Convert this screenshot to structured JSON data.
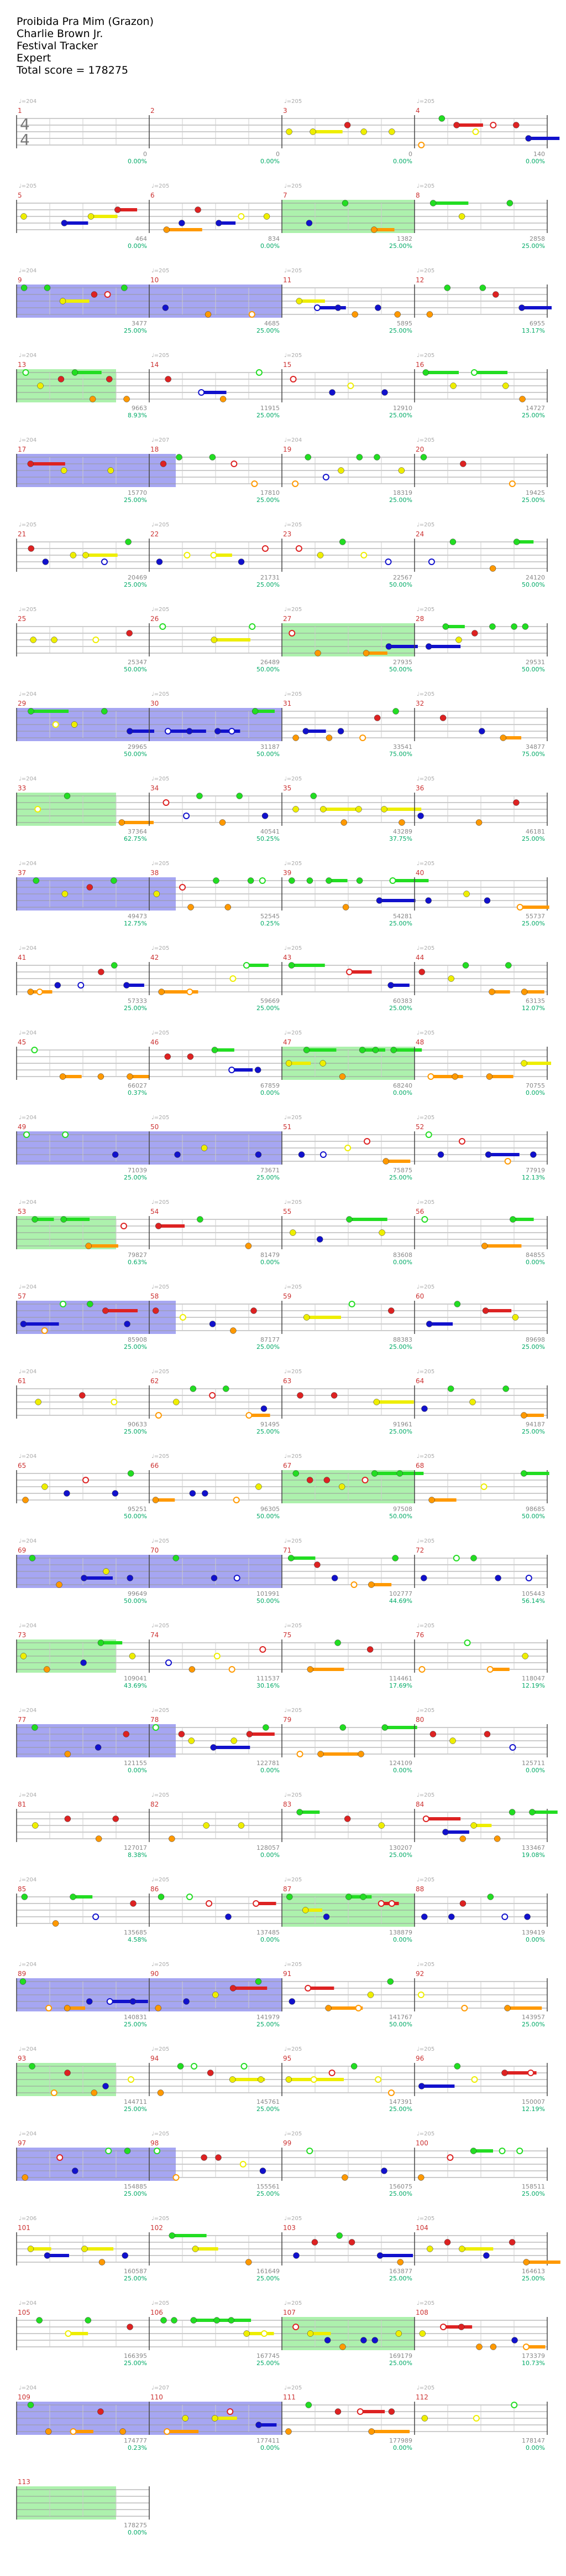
{
  "header": {
    "song_title": "Proibida Pra Mim (Grazon)",
    "artist": "Charlie Brown Jr.",
    "source": "Festival Tracker",
    "difficulty": "Expert",
    "total_score": "Total score = 178275"
  },
  "time_signature": {
    "top": "4",
    "bottom": "4"
  },
  "colors": {
    "green": "#22dd22",
    "red": "#dd2222",
    "yellow": "#eeee00",
    "blue": "#1111cc",
    "orange": "#ff9900",
    "overdrive_fill": "#99ee99",
    "solo_fill": "#8888ee",
    "tempo_text": "#aaaaaa",
    "measure_text": "#cc3333",
    "score_text": "#888888",
    "percent_text": "#00aa66"
  },
  "measures": [
    {
      "n": "1",
      "tempo": "♩=204",
      "score": "0",
      "pct": "0.00%"
    },
    {
      "n": "2",
      "tempo": "",
      "score": "0",
      "pct": "0.00%"
    },
    {
      "n": "3",
      "tempo": "♩=205",
      "score": "0",
      "pct": "0.00%"
    },
    {
      "n": "4",
      "tempo": "♩=205",
      "score": "140",
      "pct": "0.00%"
    },
    {
      "n": "5",
      "tempo": "♩=205",
      "score": "464",
      "pct": "0.00%"
    },
    {
      "n": "6",
      "tempo": "♩=205",
      "score": "834",
      "pct": "0.00%"
    },
    {
      "n": "7",
      "tempo": "♩=205",
      "score": "1382",
      "pct": "25.00%"
    },
    {
      "n": "8",
      "tempo": "♩=205",
      "score": "2858",
      "pct": "25.00%"
    },
    {
      "n": "9",
      "tempo": "♩=204",
      "score": "3477",
      "pct": "25.00%"
    },
    {
      "n": "10",
      "tempo": "♩=205",
      "score": "4685",
      "pct": "25.00%"
    },
    {
      "n": "11",
      "tempo": "♩=205",
      "score": "5895",
      "pct": "25.00%"
    },
    {
      "n": "12",
      "tempo": "♩=205",
      "score": "6955",
      "pct": "13.17%"
    },
    {
      "n": "13",
      "tempo": "♩=204",
      "score": "9663",
      "pct": "8.93%"
    },
    {
      "n": "14",
      "tempo": "♩=205",
      "score": "11915",
      "pct": "25.00%"
    },
    {
      "n": "15",
      "tempo": "♩=205",
      "score": "12910",
      "pct": "25.00%"
    },
    {
      "n": "16",
      "tempo": "♩=205",
      "score": "14727",
      "pct": "25.00%"
    },
    {
      "n": "17",
      "tempo": "♩=204",
      "score": "15770",
      "pct": "25.00%"
    },
    {
      "n": "18",
      "tempo": "♩=207",
      "score": "17810",
      "pct": "25.00%"
    },
    {
      "n": "19",
      "tempo": "♩=204",
      "score": "18319",
      "pct": "25.00%"
    },
    {
      "n": "20",
      "tempo": "♩=205",
      "score": "19425",
      "pct": "25.00%"
    },
    {
      "n": "21",
      "tempo": "♩=205",
      "score": "20469",
      "pct": "25.00%"
    },
    {
      "n": "22",
      "tempo": "♩=205",
      "score": "21731",
      "pct": "25.00%"
    },
    {
      "n": "23",
      "tempo": "♩=205",
      "score": "22567",
      "pct": "50.00%"
    },
    {
      "n": "24",
      "tempo": "♩=205",
      "score": "24120",
      "pct": "50.00%"
    },
    {
      "n": "25",
      "tempo": "♩=205",
      "score": "25347",
      "pct": "50.00%"
    },
    {
      "n": "26",
      "tempo": "♩=205",
      "score": "26489",
      "pct": "50.00%"
    },
    {
      "n": "27",
      "tempo": "♩=205",
      "score": "27935",
      "pct": "50.00%"
    },
    {
      "n": "28",
      "tempo": "♩=205",
      "score": "29531",
      "pct": "50.00%"
    },
    {
      "n": "29",
      "tempo": "♩=204",
      "score": "29965",
      "pct": "50.00%"
    },
    {
      "n": "30",
      "tempo": "♩=205",
      "score": "31187",
      "pct": "50.00%"
    },
    {
      "n": "31",
      "tempo": "♩=205",
      "score": "33541",
      "pct": "75.00%"
    },
    {
      "n": "32",
      "tempo": "♩=205",
      "score": "34877",
      "pct": "75.00%"
    },
    {
      "n": "33",
      "tempo": "♩=204",
      "score": "37364",
      "pct": "62.75%"
    },
    {
      "n": "34",
      "tempo": "♩=205",
      "score": "40541",
      "pct": "50.25%"
    },
    {
      "n": "35",
      "tempo": "♩=205",
      "score": "43289",
      "pct": "37.75%"
    },
    {
      "n": "36",
      "tempo": "♩=205",
      "score": "46181",
      "pct": "25.00%"
    },
    {
      "n": "37",
      "tempo": "♩=204",
      "score": "49473",
      "pct": "12.75%"
    },
    {
      "n": "38",
      "tempo": "♩=205",
      "score": "52545",
      "pct": "0.25%"
    },
    {
      "n": "39",
      "tempo": "♩=205",
      "score": "54281",
      "pct": "25.00%"
    },
    {
      "n": "40",
      "tempo": "♩=205",
      "score": "55737",
      "pct": "25.00%"
    },
    {
      "n": "41",
      "tempo": "♩=204",
      "score": "57333",
      "pct": "25.00%"
    },
    {
      "n": "42",
      "tempo": "♩=205",
      "score": "59669",
      "pct": "25.00%"
    },
    {
      "n": "43",
      "tempo": "♩=205",
      "score": "60383",
      "pct": "25.00%"
    },
    {
      "n": "44",
      "tempo": "♩=205",
      "score": "63135",
      "pct": "12.07%"
    },
    {
      "n": "45",
      "tempo": "♩=204",
      "score": "66027",
      "pct": "0.37%"
    },
    {
      "n": "46",
      "tempo": "♩=205",
      "score": "67859",
      "pct": "0.00%"
    },
    {
      "n": "47",
      "tempo": "♩=205",
      "score": "68240",
      "pct": "0.00%"
    },
    {
      "n": "48",
      "tempo": "♩=205",
      "score": "70755",
      "pct": "0.00%"
    },
    {
      "n": "49",
      "tempo": "♩=204",
      "score": "71039",
      "pct": "25.00%"
    },
    {
      "n": "50",
      "tempo": "♩=205",
      "score": "73671",
      "pct": "25.00%"
    },
    {
      "n": "51",
      "tempo": "♩=205",
      "score": "75875",
      "pct": "25.00%"
    },
    {
      "n": "52",
      "tempo": "♩=205",
      "score": "77919",
      "pct": "12.13%"
    },
    {
      "n": "53",
      "tempo": "♩=204",
      "score": "79827",
      "pct": "0.63%"
    },
    {
      "n": "54",
      "tempo": "♩=205",
      "score": "81479",
      "pct": "0.00%"
    },
    {
      "n": "55",
      "tempo": "♩=205",
      "score": "83608",
      "pct": "0.00%"
    },
    {
      "n": "56",
      "tempo": "♩=205",
      "score": "84855",
      "pct": "0.00%"
    },
    {
      "n": "57",
      "tempo": "♩=204",
      "score": "85908",
      "pct": "25.00%"
    },
    {
      "n": "58",
      "tempo": "♩=205",
      "score": "87177",
      "pct": "25.00%"
    },
    {
      "n": "59",
      "tempo": "♩=205",
      "score": "88383",
      "pct": "25.00%"
    },
    {
      "n": "60",
      "tempo": "♩=205",
      "score": "89698",
      "pct": "25.00%"
    },
    {
      "n": "61",
      "tempo": "♩=204",
      "score": "90633",
      "pct": "25.00%"
    },
    {
      "n": "62",
      "tempo": "♩=205",
      "score": "91495",
      "pct": "25.00%"
    },
    {
      "n": "63",
      "tempo": "♩=205",
      "score": "91961",
      "pct": "25.00%"
    },
    {
      "n": "64",
      "tempo": "♩=205",
      "score": "94187",
      "pct": "25.00%"
    },
    {
      "n": "65",
      "tempo": "♩=204",
      "score": "95251",
      "pct": "50.00%"
    },
    {
      "n": "66",
      "tempo": "♩=205",
      "score": "96305",
      "pct": "50.00%"
    },
    {
      "n": "67",
      "tempo": "♩=205",
      "score": "97508",
      "pct": "50.00%"
    },
    {
      "n": "68",
      "tempo": "♩=205",
      "score": "98685",
      "pct": "50.00%"
    },
    {
      "n": "69",
      "tempo": "♩=204",
      "score": "99649",
      "pct": "50.00%"
    },
    {
      "n": "70",
      "tempo": "♩=205",
      "score": "101991",
      "pct": "50.00%"
    },
    {
      "n": "71",
      "tempo": "♩=205",
      "score": "102777",
      "pct": "44.69%"
    },
    {
      "n": "72",
      "tempo": "♩=205",
      "score": "105443",
      "pct": "56.14%"
    },
    {
      "n": "73",
      "tempo": "♩=204",
      "score": "109041",
      "pct": "43.69%"
    },
    {
      "n": "74",
      "tempo": "♩=205",
      "score": "111537",
      "pct": "30.16%"
    },
    {
      "n": "75",
      "tempo": "♩=205",
      "score": "114461",
      "pct": "17.69%"
    },
    {
      "n": "76",
      "tempo": "♩=205",
      "score": "118047",
      "pct": "12.19%"
    },
    {
      "n": "77",
      "tempo": "♩=204",
      "score": "121155",
      "pct": "0.00%"
    },
    {
      "n": "78",
      "tempo": "♩=205",
      "score": "122781",
      "pct": "0.00%"
    },
    {
      "n": "79",
      "tempo": "♩=205",
      "score": "124109",
      "pct": "0.00%"
    },
    {
      "n": "80",
      "tempo": "♩=205",
      "score": "125711",
      "pct": "0.00%"
    },
    {
      "n": "81",
      "tempo": "♩=204",
      "score": "127017",
      "pct": "8.38%"
    },
    {
      "n": "82",
      "tempo": "♩=205",
      "score": "128057",
      "pct": "0.00%"
    },
    {
      "n": "83",
      "tempo": "♩=205",
      "score": "130207",
      "pct": "25.00%"
    },
    {
      "n": "84",
      "tempo": "♩=205",
      "score": "133467",
      "pct": "19.08%"
    },
    {
      "n": "85",
      "tempo": "♩=204",
      "score": "135685",
      "pct": "4.58%"
    },
    {
      "n": "86",
      "tempo": "♩=205",
      "score": "137485",
      "pct": "0.00%"
    },
    {
      "n": "87",
      "tempo": "♩=205",
      "score": "138879",
      "pct": "0.00%"
    },
    {
      "n": "88",
      "tempo": "♩=205",
      "score": "139419",
      "pct": "0.00%"
    },
    {
      "n": "89",
      "tempo": "♩=204",
      "score": "140831",
      "pct": "25.00%"
    },
    {
      "n": "90",
      "tempo": "♩=205",
      "score": "141979",
      "pct": "25.00%"
    },
    {
      "n": "91",
      "tempo": "♩=205",
      "score": "141767",
      "pct": "50.00%"
    },
    {
      "n": "92",
      "tempo": "♩=205",
      "score": "143957",
      "pct": "25.00%"
    },
    {
      "n": "93",
      "tempo": "♩=204",
      "score": "144711",
      "pct": "25.00%"
    },
    {
      "n": "94",
      "tempo": "♩=205",
      "score": "145761",
      "pct": "25.00%"
    },
    {
      "n": "95",
      "tempo": "♩=205",
      "score": "147391",
      "pct": "25.00%"
    },
    {
      "n": "96",
      "tempo": "♩=205",
      "score": "150007",
      "pct": "12.19%"
    },
    {
      "n": "97",
      "tempo": "♩=204",
      "score": "154885",
      "pct": "25.00%"
    },
    {
      "n": "98",
      "tempo": "♩=205",
      "score": "155561",
      "pct": "25.00%"
    },
    {
      "n": "99",
      "tempo": "♩=205",
      "score": "156075",
      "pct": "25.00%"
    },
    {
      "n": "100",
      "tempo": "♩=205",
      "score": "158511",
      "pct": "25.00%"
    },
    {
      "n": "101",
      "tempo": "♩=206",
      "score": "160587",
      "pct": "25.00%"
    },
    {
      "n": "102",
      "tempo": "♩=205",
      "score": "161649",
      "pct": "25.00%"
    },
    {
      "n": "103",
      "tempo": "♩=205",
      "score": "163877",
      "pct": "25.00%"
    },
    {
      "n": "104",
      "tempo": "♩=205",
      "score": "164613",
      "pct": "25.00%"
    },
    {
      "n": "105",
      "tempo": "♩=204",
      "score": "166395",
      "pct": "25.00%"
    },
    {
      "n": "106",
      "tempo": "♩=205",
      "score": "167745",
      "pct": "25.00%"
    },
    {
      "n": "107",
      "tempo": "♩=205",
      "score": "169179",
      "pct": "25.00%"
    },
    {
      "n": "108",
      "tempo": "♩=205",
      "score": "173379",
      "pct": "10.73%"
    },
    {
      "n": "109",
      "tempo": "♩=204",
      "score": "174777",
      "pct": "0.23%"
    },
    {
      "n": "110",
      "tempo": "♩=207",
      "score": "177411",
      "pct": "0.00%"
    },
    {
      "n": "111",
      "tempo": "♩=205",
      "score": "177989",
      "pct": "0.00%"
    },
    {
      "n": "112",
      "tempo": "♩=205",
      "score": "178147",
      "pct": "0.00%"
    },
    {
      "n": "113",
      "tempo": "",
      "score": "178275",
      "pct": "0.00%"
    }
  ]
}
